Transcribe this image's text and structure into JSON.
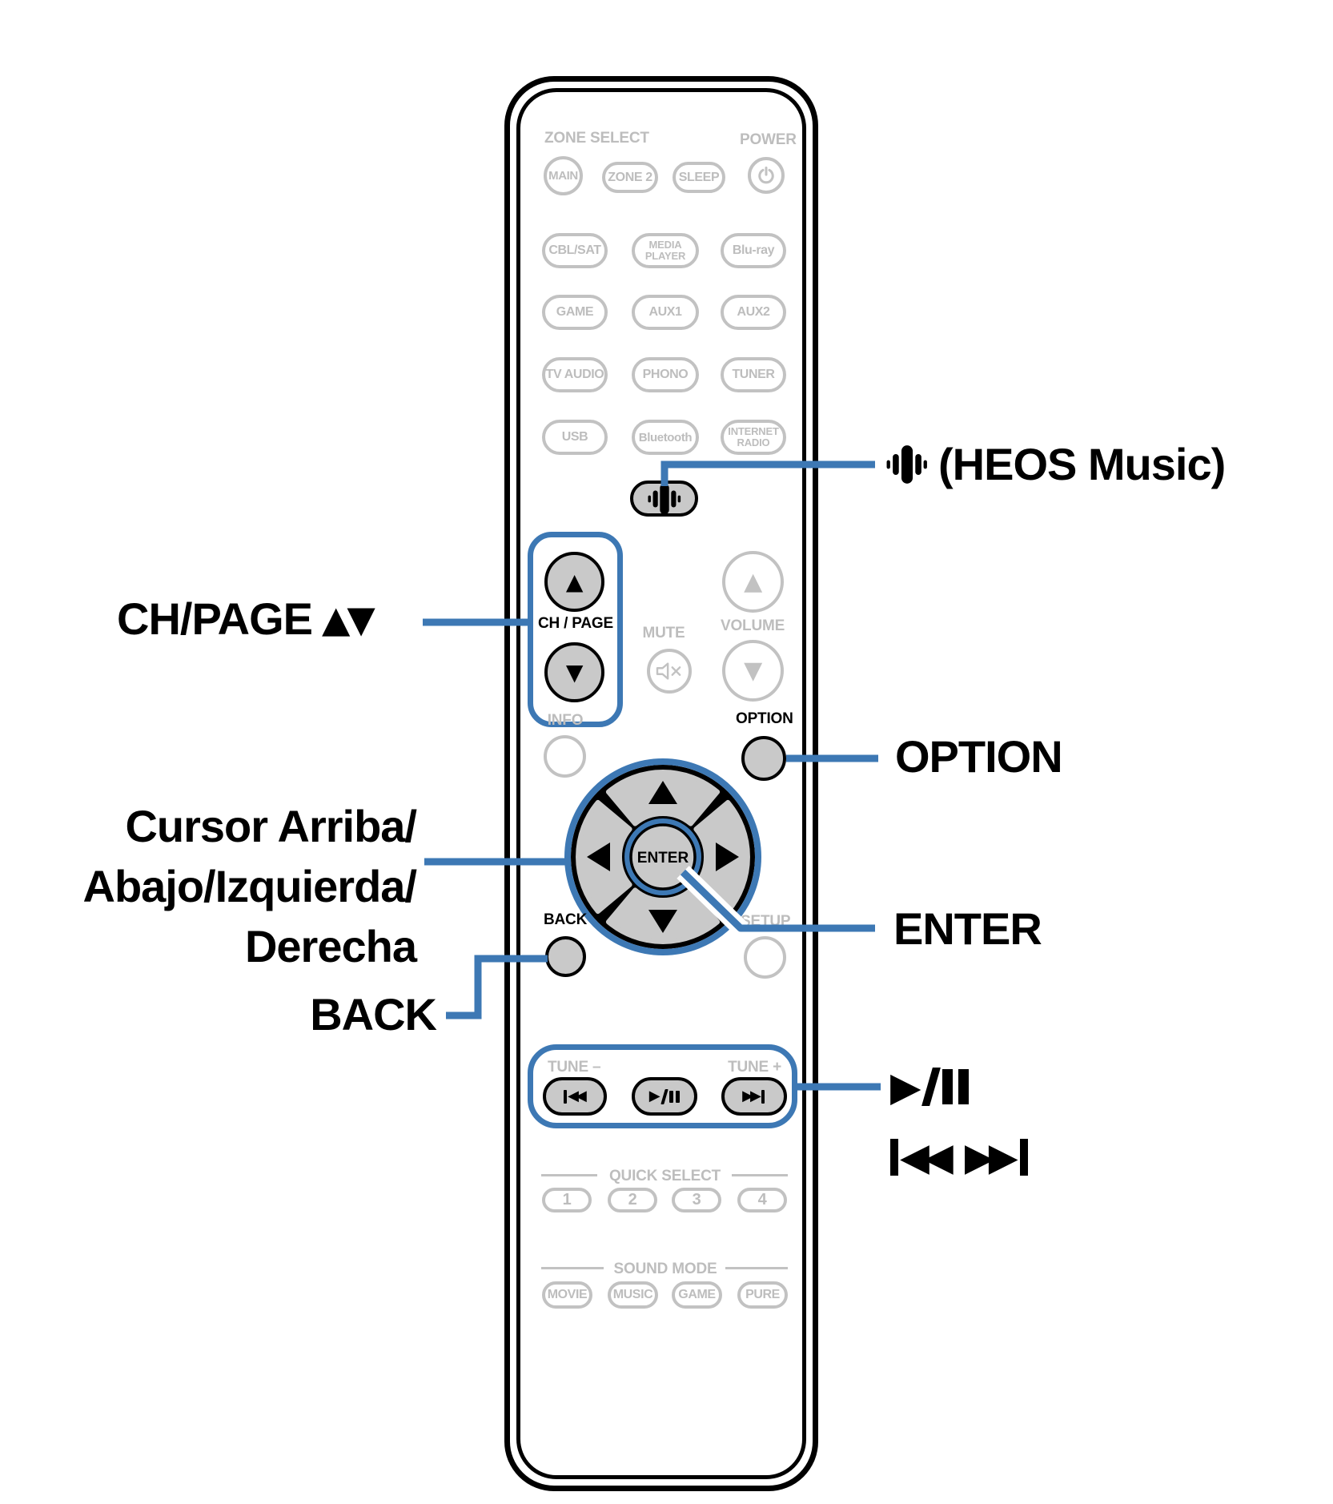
{
  "colors": {
    "accent_blue": "#3d78b4",
    "button_gray": "#c2c2c2",
    "highlight_fill": "#c9c9c9",
    "ink": "#000000"
  },
  "icons": {
    "up_triangle": "▲",
    "down_triangle": "▼",
    "play_triangle": "▶",
    "rewind_triangles": "◀◀",
    "forward_triangles": "▶▶",
    "callout_arrows": "▲▼"
  },
  "remote": {
    "zone_select_label": "ZONE SELECT",
    "power_label": "POWER",
    "main": "MAIN",
    "zone2": "ZONE 2",
    "sleep": "SLEEP",
    "sources": [
      "CBL/SAT",
      "MEDIA PLAYER",
      "Blu-ray",
      "GAME",
      "AUX1",
      "AUX2",
      "TV AUDIO",
      "PHONO",
      "TUNER",
      "USB",
      "Bluetooth",
      "INTERNET RADIO"
    ],
    "ch_page": "CH / PAGE",
    "mute": "MUTE",
    "volume": "VOLUME",
    "info": "INFO",
    "option": "OPTION",
    "enter": "ENTER",
    "back": "BACK",
    "setup": "SETUP",
    "tune_minus": "TUNE –",
    "tune_plus": "TUNE +",
    "quick_select_label": "QUICK SELECT",
    "quick_buttons": [
      "1",
      "2",
      "3",
      "4"
    ],
    "sound_mode_label": "SOUND MODE",
    "sound_buttons": [
      "MOVIE",
      "MUSIC",
      "GAME",
      "PURE"
    ]
  },
  "callouts": {
    "heos": "(HEOS Music)",
    "ch_page": "CH/PAGE",
    "option": "OPTION",
    "cursor_line1": "Cursor Arriba/",
    "cursor_line2": "Abajo/Izquierda/",
    "cursor_line3": "Derecha",
    "back": "BACK",
    "enter": "ENTER"
  }
}
